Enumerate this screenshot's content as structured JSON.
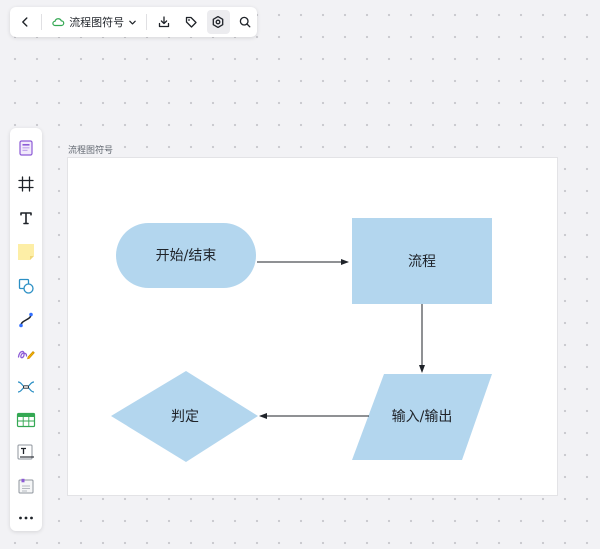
{
  "toolbar": {
    "doc_title": "流程图符号"
  },
  "frame": {
    "label": "流程图符号"
  },
  "diagram": {
    "shape_fill": "#b3d6ee",
    "connector_color": "#1f2329",
    "shapes": {
      "start_end": "开始/结束",
      "process": "流程",
      "io": "输入/输出",
      "decision": "判定"
    }
  },
  "colors": {
    "canvas_bg": "#f2f2f5",
    "panel_bg": "#ffffff",
    "cloud_icon": "#34a853",
    "accent_purple": "#8d5bd6"
  }
}
